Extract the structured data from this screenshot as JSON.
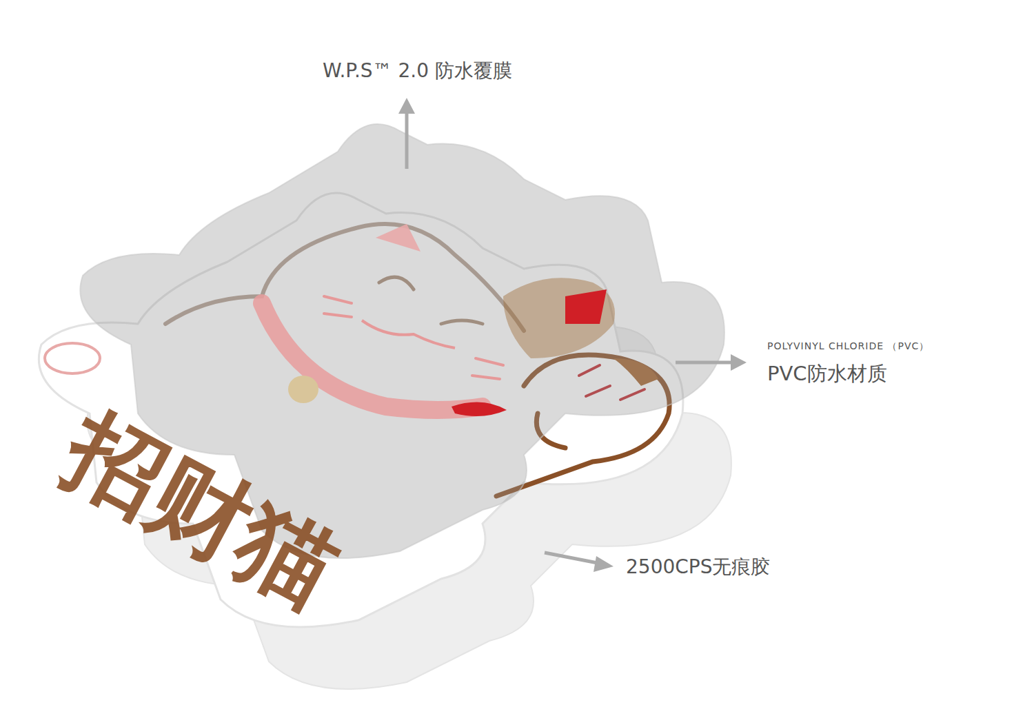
{
  "diagram": {
    "labels": [
      "W.P.S™ 2.0 防水覆膜",
      "POLYVINYL CHLORIDE （PVC）",
      "PVC防水材质",
      "2500CPS无痕胶",
      "招财猫"
    ]
  }
}
